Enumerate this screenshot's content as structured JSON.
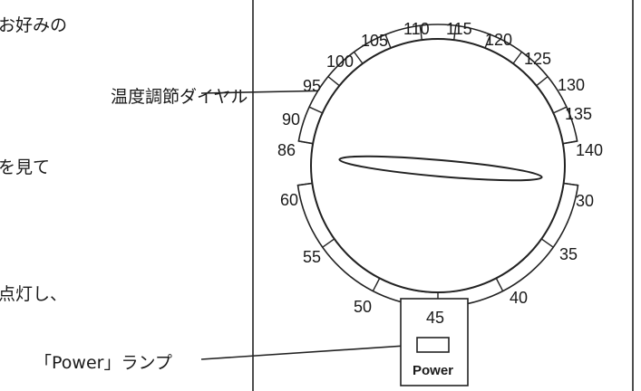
{
  "left_text_fragments": [
    "お好みの",
    "を見て",
    "点灯し、"
  ],
  "callouts": {
    "dial": "温度調節ダイヤル",
    "lamp": "「Power」ランプ"
  },
  "dial": {
    "scale_labels": [
      "86",
      "90",
      "95",
      "100",
      "105",
      "110",
      "115",
      "120",
      "125",
      "130",
      "135",
      "140",
      "30",
      "35",
      "40",
      "45",
      "50",
      "55",
      "60"
    ],
    "power_label": "Power"
  }
}
